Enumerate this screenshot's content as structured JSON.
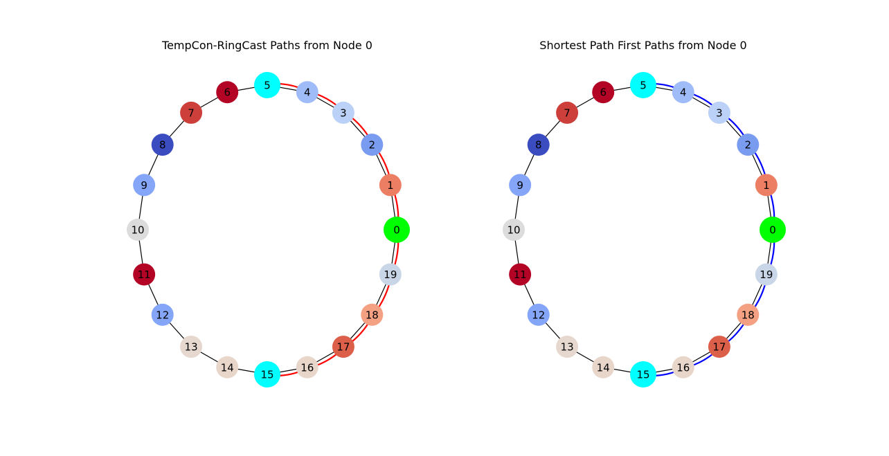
{
  "figure": {
    "panels": [
      {
        "title": "TempCon-RingCast Paths from Node 0",
        "path_color": "#ff0000",
        "highlighted_edges": [
          [
            0,
            1
          ],
          [
            1,
            2
          ],
          [
            2,
            3
          ],
          [
            3,
            4
          ],
          [
            4,
            5
          ],
          [
            0,
            19
          ],
          [
            19,
            18
          ],
          [
            18,
            17
          ],
          [
            17,
            16
          ],
          [
            16,
            15
          ]
        ]
      },
      {
        "title": "Shortest Path First Paths from Node 0",
        "path_color": "#0000ff",
        "highlighted_edges": [
          [
            0,
            1
          ],
          [
            1,
            2
          ],
          [
            2,
            3
          ],
          [
            3,
            4
          ],
          [
            4,
            5
          ],
          [
            0,
            19
          ],
          [
            19,
            18
          ],
          [
            18,
            17
          ],
          [
            17,
            16
          ],
          [
            16,
            15
          ]
        ]
      }
    ],
    "nodes": [
      {
        "id": 0,
        "label": "0",
        "color": "#00ff00",
        "big": true
      },
      {
        "id": 1,
        "label": "1",
        "color": "#ec7f63",
        "big": false
      },
      {
        "id": 2,
        "label": "2",
        "color": "#7a9cf0",
        "big": false
      },
      {
        "id": 3,
        "label": "3",
        "color": "#bcd1f7",
        "big": false
      },
      {
        "id": 4,
        "label": "4",
        "color": "#9fbcf9",
        "big": false
      },
      {
        "id": 5,
        "label": "5",
        "color": "#00ffff",
        "big": true
      },
      {
        "id": 6,
        "label": "6",
        "color": "#b40426",
        "big": false
      },
      {
        "id": 7,
        "label": "7",
        "color": "#cc3f3a",
        "big": false
      },
      {
        "id": 8,
        "label": "8",
        "color": "#3b4cc0",
        "big": false
      },
      {
        "id": 9,
        "label": "9",
        "color": "#84a5f8",
        "big": false
      },
      {
        "id": 10,
        "label": "10",
        "color": "#dcdcdc",
        "big": false
      },
      {
        "id": 11,
        "label": "11",
        "color": "#b40426",
        "big": false
      },
      {
        "id": 12,
        "label": "12",
        "color": "#84a5f8",
        "big": false
      },
      {
        "id": 13,
        "label": "13",
        "color": "#e6d8cf",
        "big": false
      },
      {
        "id": 14,
        "label": "14",
        "color": "#e8d6cb",
        "big": false
      },
      {
        "id": 15,
        "label": "15",
        "color": "#00ffff",
        "big": true
      },
      {
        "id": 16,
        "label": "16",
        "color": "#e8d6cb",
        "big": false
      },
      {
        "id": 17,
        "label": "17",
        "color": "#dc5f4a",
        "big": false
      },
      {
        "id": 18,
        "label": "18",
        "color": "#f4a083",
        "big": false
      },
      {
        "id": 19,
        "label": "19",
        "color": "#c9d6e8",
        "big": false
      }
    ],
    "ring_edges": [
      [
        0,
        1
      ],
      [
        1,
        2
      ],
      [
        2,
        3
      ],
      [
        3,
        4
      ],
      [
        4,
        5
      ],
      [
        5,
        6
      ],
      [
        6,
        7
      ],
      [
        7,
        8
      ],
      [
        8,
        9
      ],
      [
        9,
        10
      ],
      [
        10,
        11
      ],
      [
        11,
        12
      ],
      [
        12,
        13
      ],
      [
        13,
        14
      ],
      [
        14,
        15
      ],
      [
        15,
        16
      ],
      [
        16,
        17
      ],
      [
        17,
        18
      ],
      [
        18,
        19
      ],
      [
        19,
        0
      ]
    ]
  }
}
